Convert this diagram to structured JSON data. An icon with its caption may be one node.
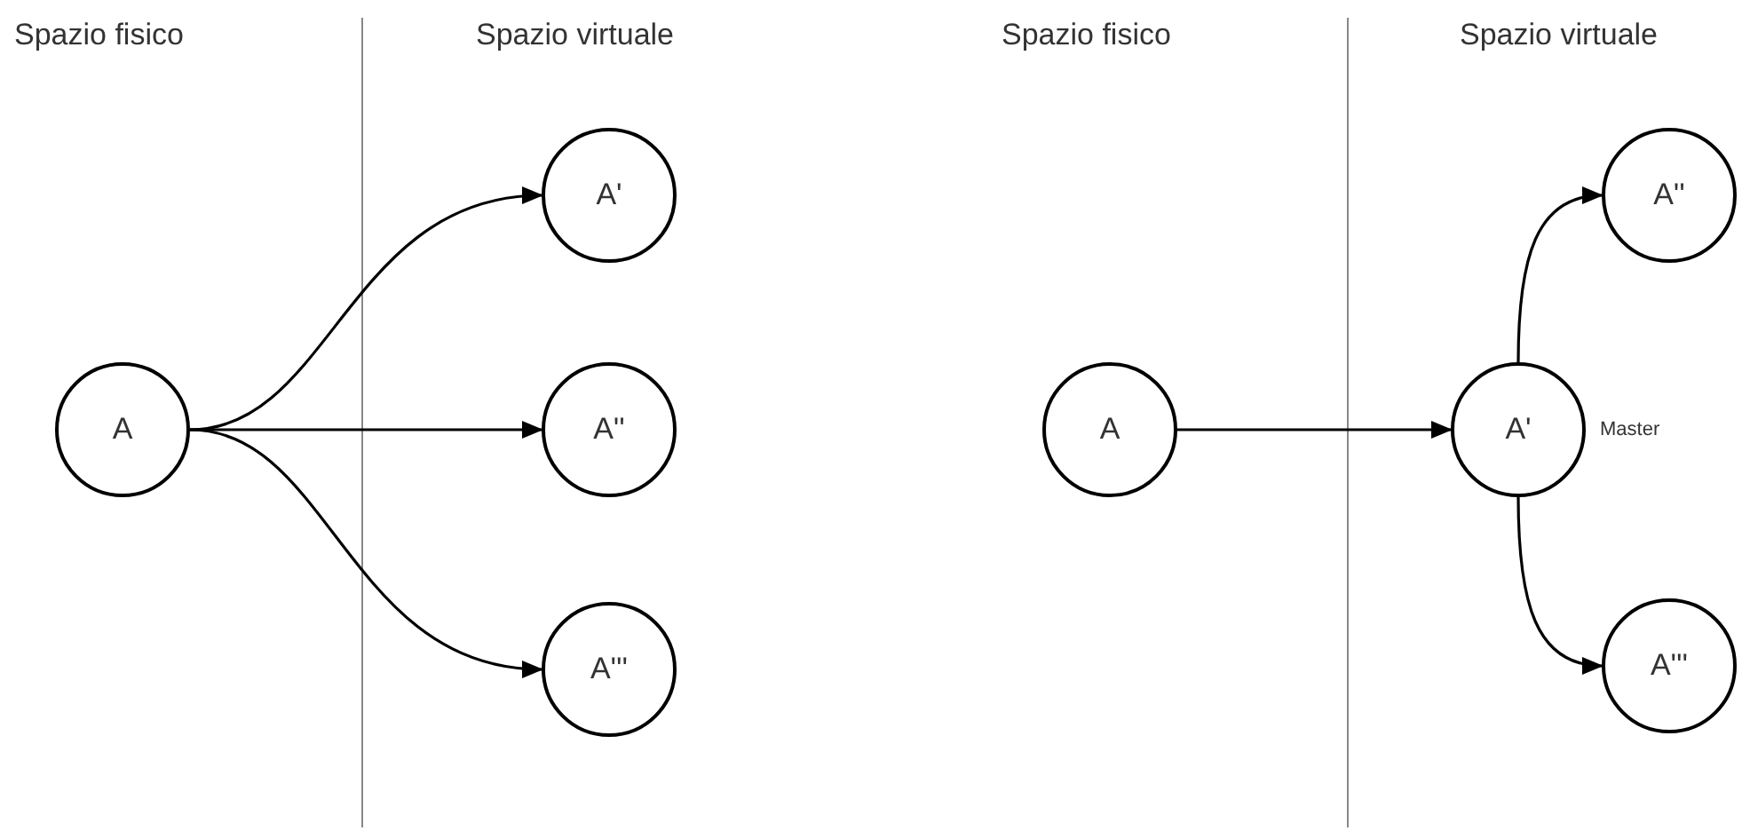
{
  "diagram": {
    "nodes": [
      {
        "text": [
          "A"
        ]
      },
      {
        "text": [
          "A'"
        ]
      },
      {
        "text": [
          "A''"
        ]
      },
      {
        "text": [
          "A'''"
        ]
      },
      {
        "text": [
          "A"
        ]
      },
      {
        "text": [
          "A'"
        ],
        "beside": [
          "Master"
        ]
      },
      {
        "text": [
          "A''"
        ]
      },
      {
        "text": [
          "A'''"
        ]
      }
    ],
    "edges": [
      {
        "from": 0,
        "to": 1,
        "arrow": "to"
      },
      {
        "from": 0,
        "to": 2,
        "arrow": "to"
      },
      {
        "from": 0,
        "to": 3,
        "arrow": "to"
      },
      {
        "from": 4,
        "to": 5,
        "arrow": "to"
      },
      {
        "from": 5,
        "to": 6,
        "arrow": "to"
      },
      {
        "from": 5,
        "to": 7,
        "arrow": "to"
      }
    ],
    "labels": [
      "Spazio fisico",
      "Spazio virtuale",
      "Spazio fisico",
      "Spazio virtuale"
    ]
  }
}
